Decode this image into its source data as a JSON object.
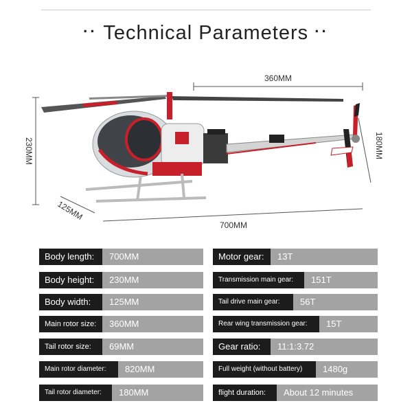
{
  "header": {
    "dots_left": "··",
    "title": "Technical Parameters",
    "dots_right": "··"
  },
  "dimensions": {
    "main_rotor": "360MM",
    "height": "230MM",
    "width": "125MM",
    "length": "700MM",
    "tail": "180MM"
  },
  "colors": {
    "label_bg": "#1c1c1c",
    "value_bg": "#a3a3a3",
    "accent_red": "#c8202a"
  },
  "specs_left": [
    {
      "label": "Body length:",
      "value": "700MM"
    },
    {
      "label": "Body height:",
      "value": "230MM"
    },
    {
      "label": "Body width:",
      "value": "125MM"
    },
    {
      "label": "Main rotor size:",
      "value": "360MM"
    },
    {
      "label": "Tail rotor size:",
      "value": "69MM"
    },
    {
      "label": "Main rotor diameter:",
      "value": "820MM"
    },
    {
      "label": "Tail rotor diameter:",
      "value": "180MM"
    }
  ],
  "specs_right": [
    {
      "label": "Motor gear:",
      "value": "13T"
    },
    {
      "label": "Transmission main gear:",
      "value": "151T"
    },
    {
      "label": "Tail drive main gear:",
      "value": "56T"
    },
    {
      "label": "Rear wing transmission gear:",
      "value": "15T"
    },
    {
      "label": "Gear ratio:",
      "value": "11:1:3.72"
    },
    {
      "label": "Full weight (without battery)",
      "value": "1480g"
    },
    {
      "label": "flight duration:",
      "value": "About 12 minutes"
    }
  ]
}
